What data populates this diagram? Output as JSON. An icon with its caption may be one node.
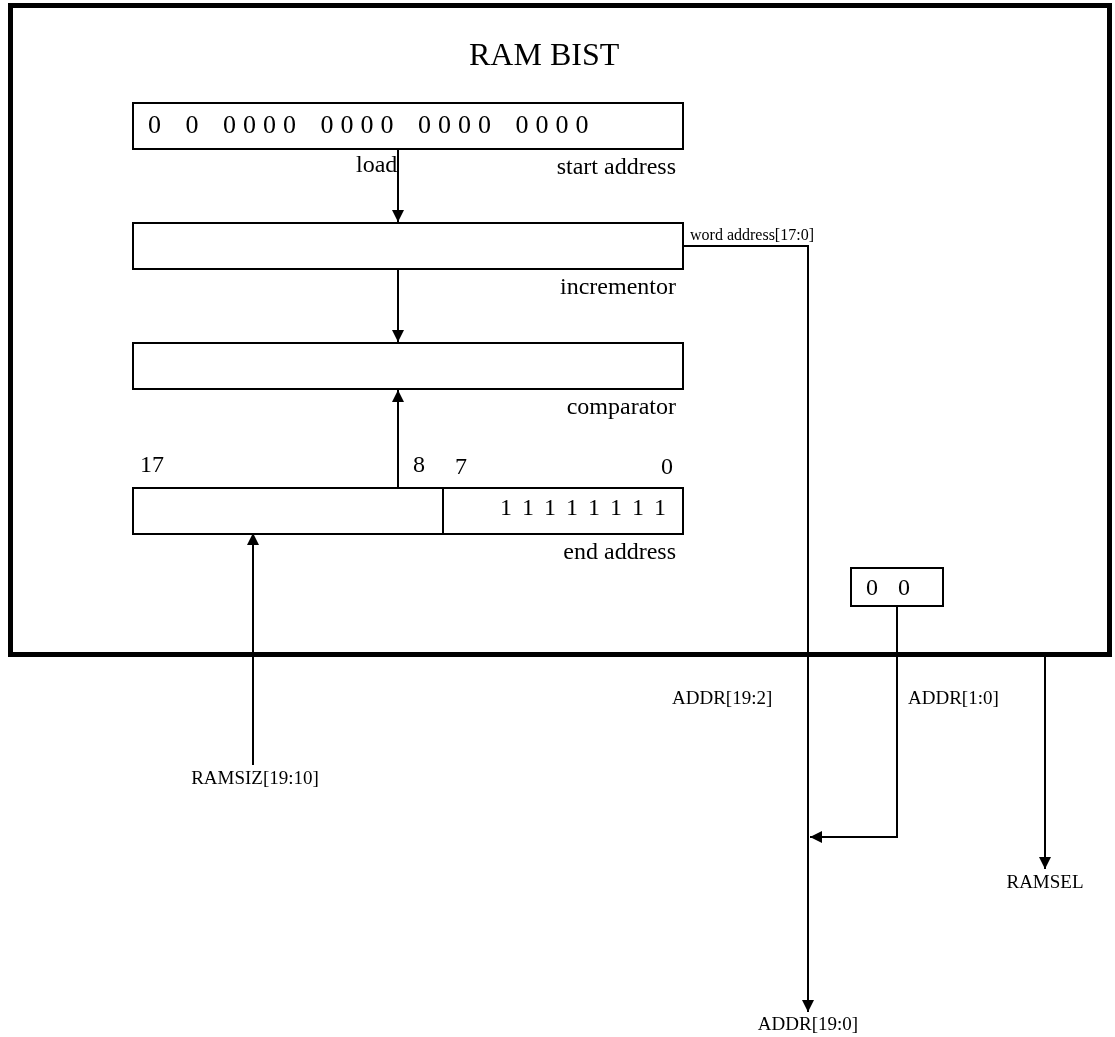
{
  "diagram": {
    "nodes": [
      {
        "text": [
          "RAM BIST"
        ]
      },
      {
        "text": [
          "0 0 0000 0000 0000 0000",
          "start address"
        ],
        "in": 0
      },
      {
        "text": [
          "incrementor"
        ],
        "in": 0
      },
      {
        "text": [
          "comparator"
        ],
        "in": 0
      },
      {
        "text": [
          "end address"
        ],
        "in": 0
      },
      {
        "text": [],
        "shape": "box",
        "in": 4
      },
      {
        "text": [
          "1 1 1 1 1 1 1 1"
        ],
        "in": 4
      },
      {
        "text": [
          "0 0"
        ],
        "in": 0
      },
      {
        "text": [
          "RAMSIZ[19:10]"
        ]
      },
      {
        "text": [
          "ADDR[19:0]"
        ]
      },
      {
        "text": [
          "RAMSEL"
        ]
      }
    ],
    "edges": [
      {
        "from": 1,
        "to": 2,
        "arrow": "to",
        "label": "load"
      },
      {
        "from": 2,
        "to": 3,
        "arrow": "to"
      },
      {
        "from": 5,
        "to": 3,
        "arrow": "to"
      },
      {
        "from": 8,
        "to": 5,
        "arrow": "to"
      },
      {
        "from": 2,
        "to": 9,
        "arrow": "to",
        "label": "word address[17:0]"
      },
      {
        "from": 7,
        "to": 9,
        "arrow": "to",
        "label": "ADDR[1:0]"
      },
      {
        "from": 0,
        "to": 10,
        "arrow": "to"
      }
    ],
    "labels": [
      "17",
      "8",
      "7",
      "0",
      "ADDR[19:2]"
    ]
  }
}
